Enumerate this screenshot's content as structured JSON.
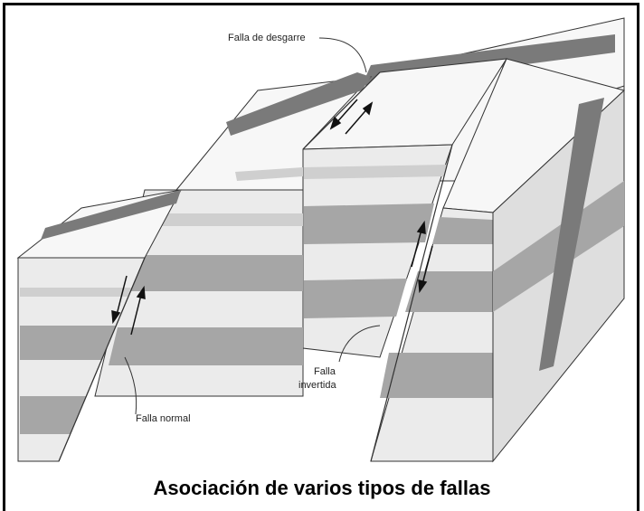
{
  "labels": {
    "strike_slip": "Falla de desgarre",
    "normal": "Falla normal",
    "reverse_line1": "Falla",
    "reverse_line2": "invertida"
  },
  "caption": "Asociación de varios tipos de fallas",
  "colors": {
    "dark_band": "#7a7a7a",
    "medium_band": "#a6a6a6",
    "light_band": "#cfcfcf",
    "face": "#ebebeb",
    "top": "#f7f7f7",
    "line": "#333333"
  }
}
